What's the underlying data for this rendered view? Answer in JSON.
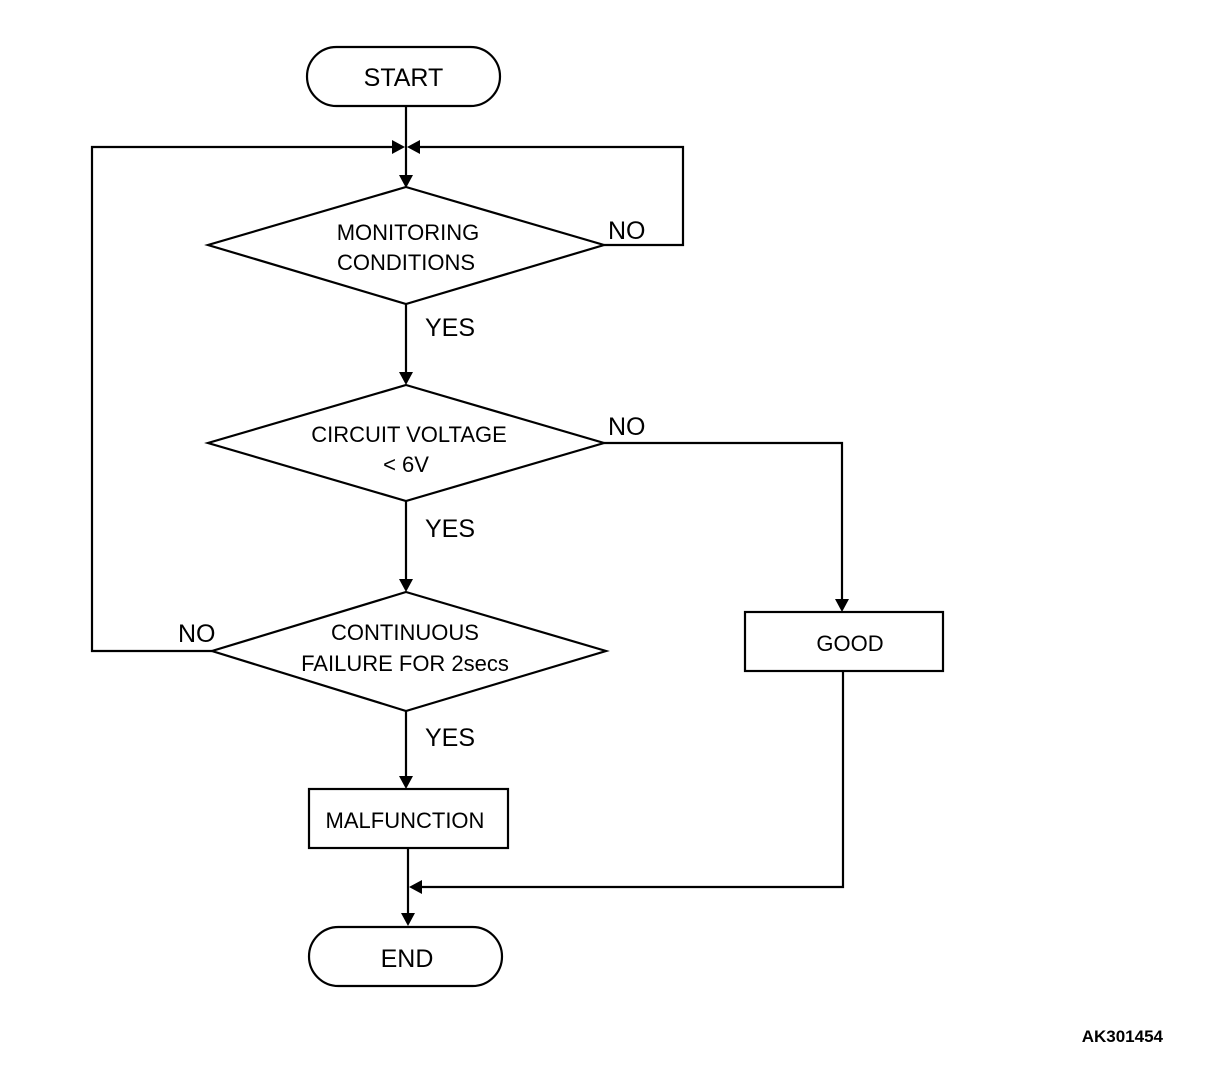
{
  "flowchart": {
    "start": "START",
    "end": "END",
    "decisions": {
      "monitoring": [
        "MONITORING",
        "CONDITIONS"
      ],
      "voltage": [
        "CIRCUIT VOLTAGE",
        "< 6V"
      ],
      "continuous": [
        "CONTINUOUS",
        "FAILURE FOR 2secs"
      ]
    },
    "processes": {
      "malfunction": "MALFUNCTION",
      "good": "GOOD"
    },
    "branches": {
      "monitoring_no": "NO",
      "monitoring_yes": "YES",
      "voltage_no": "NO",
      "voltage_yes": "YES",
      "continuous_no": "NO",
      "continuous_yes": "YES"
    }
  },
  "reference_code": "AK301454"
}
